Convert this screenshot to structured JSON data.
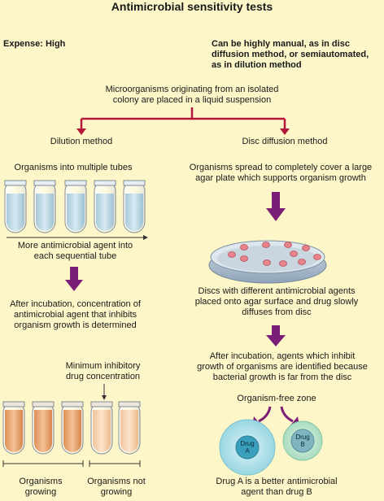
{
  "title": "Antimicrobial sensitivity tests",
  "expense": "Expense: High",
  "manual": [
    "Can be highly manual, as in disc",
    "diffusion method, or semiautomated,",
    "as in dilution method"
  ],
  "top_box": [
    "Microorganisms originating from an isolated",
    "colony are placed in a liquid suspension"
  ],
  "left": {
    "heading": "Dilution method",
    "tubes_label": "Organisms into multiple tubes",
    "agent_label": [
      "More antimicrobial agent into",
      "each sequential tube"
    ],
    "after_label": [
      "After incubation, concentration of",
      "antimicrobial agent that inhibits",
      "organism growth is determined"
    ],
    "mic_label": [
      "Minimum inhibitory",
      "drug concentration"
    ],
    "growing_label": [
      "Organisms",
      "growing"
    ],
    "not_growing_label": [
      "Organisms not",
      "growing"
    ]
  },
  "right": {
    "heading": "Disc diffusion method",
    "spread_label": [
      "Organisms spread to completely cover a large",
      "agar plate which supports organism growth"
    ],
    "discs_label": [
      "Discs with different antimicrobial agents",
      "placed onto agar surface and drug slowly",
      "diffuses from disc"
    ],
    "after_label": [
      "After incubation, agents which inhibit",
      "growth of organisms are identified because",
      "bacterial growth is far from the disc"
    ],
    "zone_label": "Organism-free zone",
    "drug_a": [
      "Drug",
      "A"
    ],
    "drug_b": [
      "Drug",
      "B"
    ],
    "conclusion": [
      "Drug A is a better antimicrobial",
      "agent than drug B"
    ]
  },
  "colors": {
    "background": "#fdf6c8",
    "arrow": "#7a1e78",
    "branch_line": "#b2183a",
    "tube_liquid_blue": "#c3dde9",
    "tube_liquid_orange": "#e9a673",
    "zone": "#a9dfe8",
    "disc": "#3a9fbd"
  }
}
